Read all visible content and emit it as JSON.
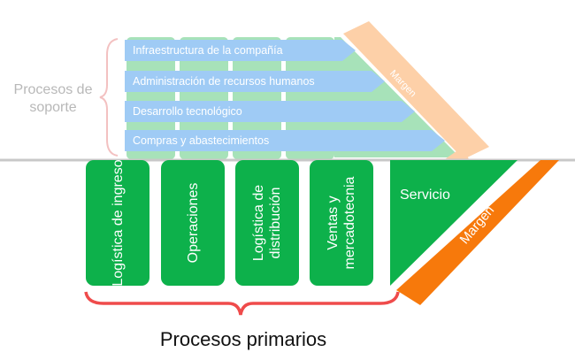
{
  "support_label": "Procesos de soporte",
  "primary_label": "Procesos primarios",
  "support_processes": [
    {
      "label": "Infraestructura de la compañía"
    },
    {
      "label": "Administración de recursos humanos"
    },
    {
      "label": "Desarrollo tecnológico"
    },
    {
      "label": "Compras y abastecimientos"
    }
  ],
  "support_margin": "Margen",
  "primary_processes": [
    {
      "label": "Logística de ingreso"
    },
    {
      "label": "Operaciones"
    },
    {
      "label": "Logística de distribución"
    },
    {
      "label": "Ventas y mercadotecnia"
    }
  ],
  "service_label": "Servicio",
  "primary_margin": "Margen",
  "colors": {
    "support_arrow": "#9fcbf5",
    "support_column": "#a7e2b9",
    "support_margin": "#fdd0a8",
    "support_brace": "#f3c1c1",
    "primary_box": "#0db14b",
    "primary_margin": "#f7790b",
    "primary_brace": "#ef4b4b",
    "divider": "#c8c8c8",
    "support_text": "#b8b8b8",
    "primary_text": "#111111"
  },
  "icons": {
    "support_brace": "curly-brace-left",
    "primary_brace": "curly-brace-bottom"
  }
}
